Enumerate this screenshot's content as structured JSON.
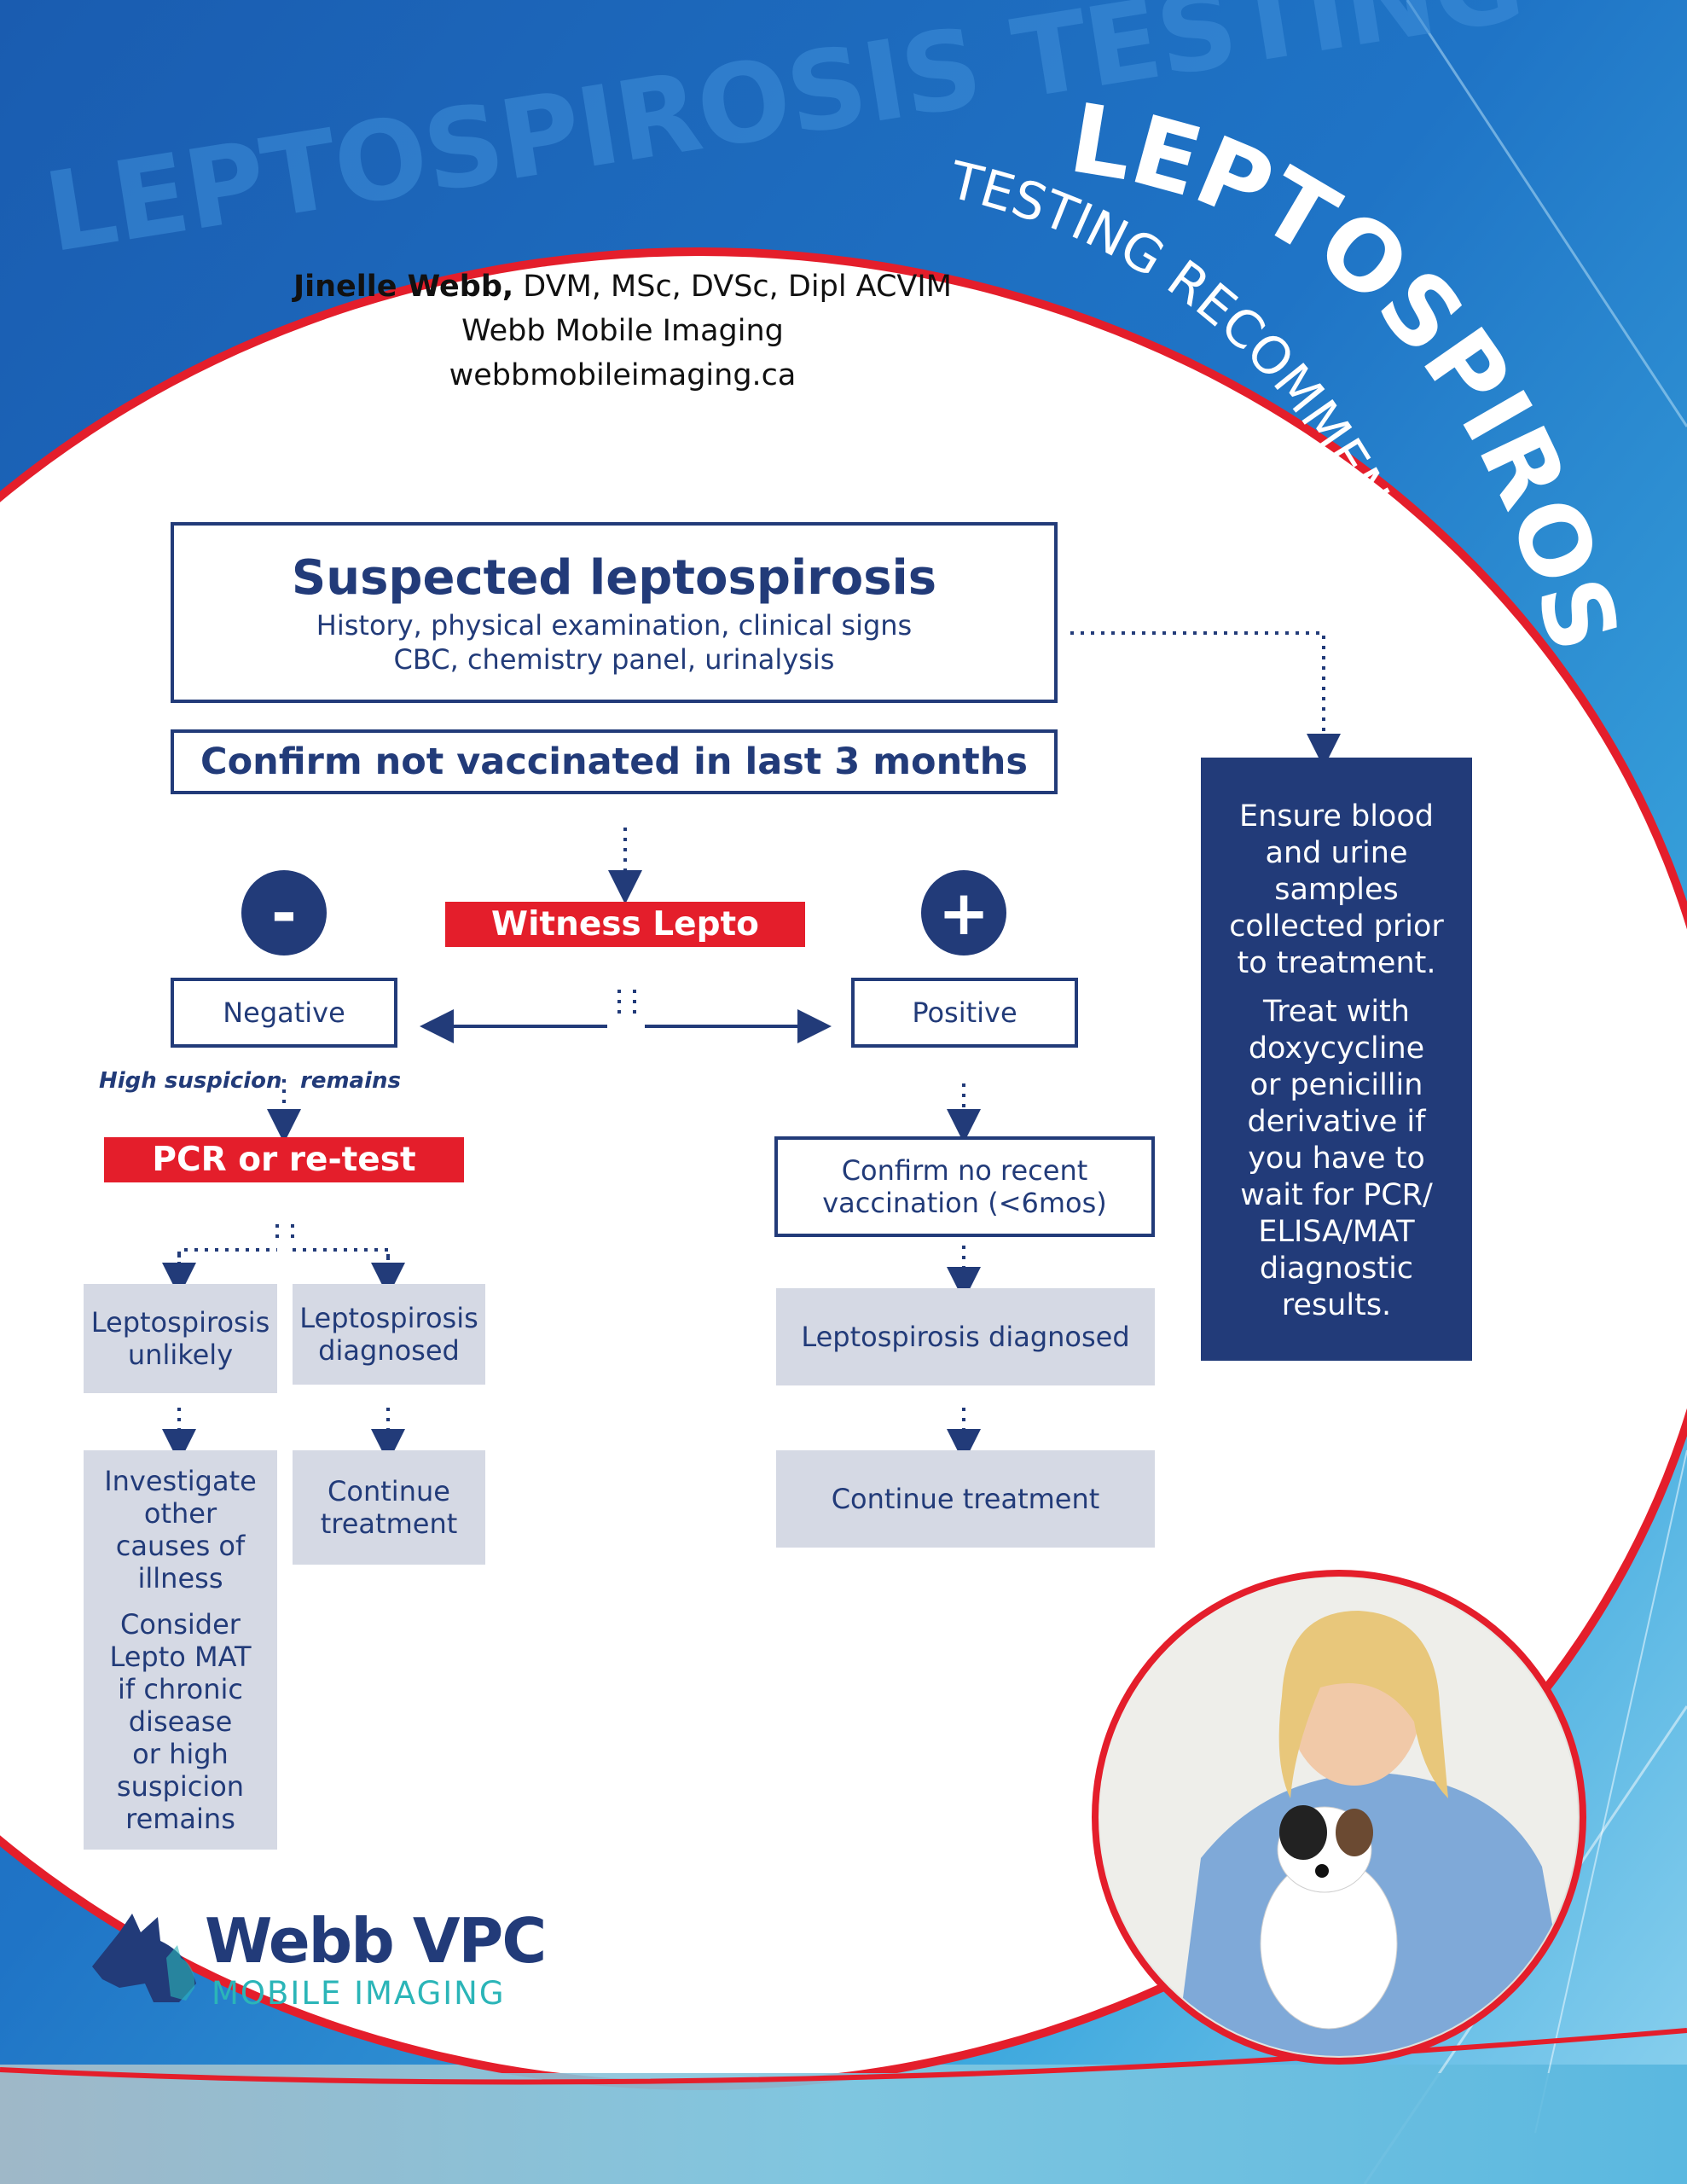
{
  "banner": {
    "watermark": "LEPTOSPIROSIS TESTING",
    "title_main": "LEPTOSPIROSIS",
    "title_sub": "TESTING RECOMMENDATIONS"
  },
  "author": {
    "name": "Jinelle Webb,",
    "credentials": " DVM, MSc, DVSc, Dipl ACVIM",
    "organization": "Webb Mobile Imaging",
    "website": "webbmobileimaging.ca"
  },
  "flow": {
    "suspected": {
      "title": "Suspected leptospirosis",
      "line1": "History, physical examination, clinical signs",
      "line2": "CBC, chemistry panel, urinalysis"
    },
    "confirm_vaccine": "Confirm not vaccinated in last 3 months",
    "witness_lepto": "Witness Lepto",
    "negative_sign": "-",
    "positive_sign": "+",
    "negative": "Negative",
    "positive": "Positive",
    "high_suspicion_left": "High suspicion",
    "high_suspicion_right": "remains",
    "pcr_retest": "PCR or re-test",
    "lepto_unlikely": [
      "Leptospirosis",
      "unlikely"
    ],
    "lepto_diagnosed_left": [
      "Leptospirosis",
      "diagnosed"
    ],
    "investigate": [
      "Investigate",
      "other",
      "causes of",
      "illness"
    ],
    "consider": [
      "Consider",
      "Lepto MAT",
      "if chronic",
      "disease",
      "or high",
      "suspicion",
      "remains"
    ],
    "continue_left": [
      "Continue",
      "treatment"
    ],
    "confirm_no_recent": [
      "Confirm no recent",
      "vaccination (<6mos)"
    ],
    "lepto_diagnosed_right": "Leptospirosis diagnosed",
    "continue_right": "Continue treatment"
  },
  "sidebar": {
    "para1": [
      "Ensure blood",
      "and urine",
      "samples",
      "collected prior",
      "to treatment."
    ],
    "para2": [
      "Treat with",
      "doxycycline",
      "or penicillin",
      "derivative if",
      "you have to",
      "wait for PCR/",
      "ELISA/MAT",
      "diagnostic",
      "results."
    ]
  },
  "logo": {
    "name": "Webb VPC",
    "tagline": "MOBILE IMAGING"
  },
  "colors": {
    "navy": "#223b79",
    "red": "#e41e2b",
    "grey_box": "#d5d9e4",
    "blue_bg": "#1f6fc0",
    "teal": "#2bb5b8"
  }
}
